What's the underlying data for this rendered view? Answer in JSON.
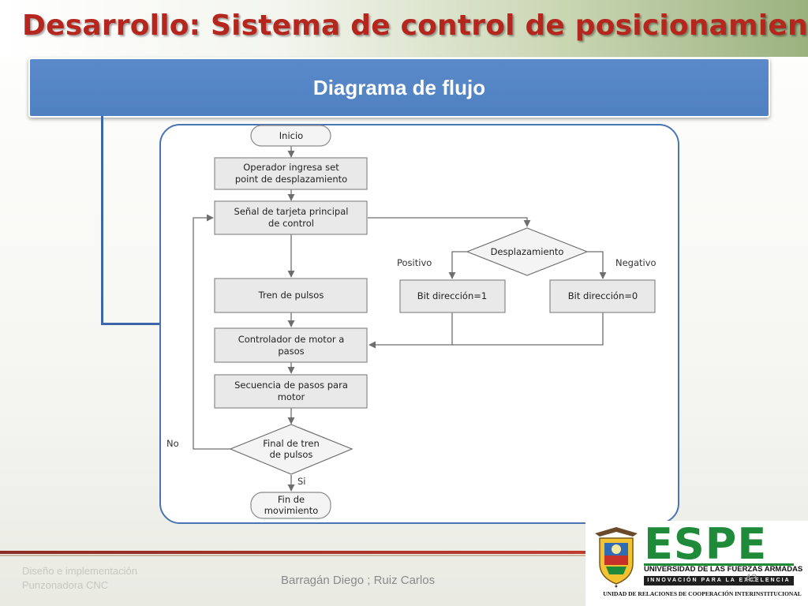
{
  "slide": {
    "title": "Desarrollo: Sistema de control de posicionamiento",
    "header": "Diagrama de flujo",
    "page_number": "43"
  },
  "flowchart": {
    "nodes": {
      "inicio": "Inicio",
      "setpoint_l1": "Operador ingresa set",
      "setpoint_l2": "point de desplazamiento",
      "senal_l1": "Señal de tarjeta principal",
      "senal_l2": "de control",
      "tren": "Tren de pulsos",
      "desplazamiento": "Desplazamiento",
      "bit1": "Bit dirección=1",
      "bit0": "Bit dirección=0",
      "controlador_l1": "Controlador de motor a",
      "controlador_l2": "pasos",
      "secuencia_l1": "Secuencia de pasos para",
      "secuencia_l2": "motor",
      "final_l1": "Final de tren",
      "final_l2": "de pulsos",
      "fin_l1": "Fin de",
      "fin_l2": "movimiento"
    },
    "edges": {
      "positivo": "Positivo",
      "negativo": "Negativo",
      "no": "No",
      "si": "Si"
    }
  },
  "footer": {
    "course_line1": "Diseño e implementación",
    "course_line2": "Punzonadora CNC",
    "authors": "Barragán Diego ; Ruiz Carlos"
  },
  "logo": {
    "brand": "ESPE",
    "university": "UNIVERSIDAD DE LAS FUERZAS ARMADAS",
    "motto": "INNOVACIÓN PARA LA EXCELENCIA",
    "unit": "UNIDAD DE RELACIONES DE COOPERACIÓN INTERINSTITUCIONAL",
    "brand_color": "#1f8a3a"
  },
  "colors": {
    "title": "#b5261e",
    "header_bg": "#4f80c0",
    "frame": "#4a74b4"
  }
}
